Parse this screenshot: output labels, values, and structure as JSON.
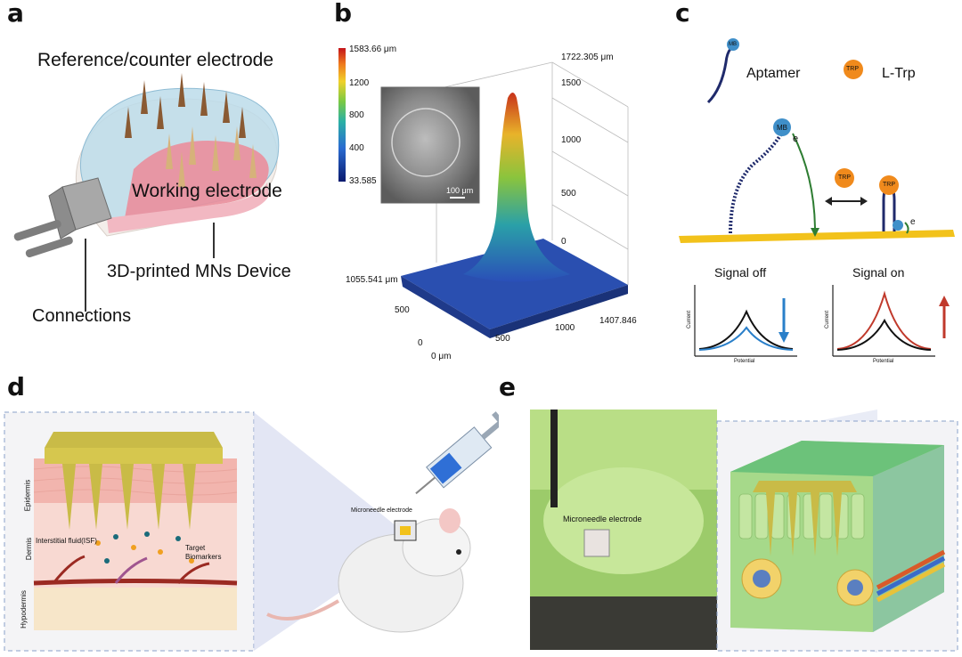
{
  "panels": {
    "a": {
      "letter": "a",
      "reference_label": "Reference/counter electrode",
      "working_label": "Working electrode",
      "device_label": "3D-printed MNs Device",
      "connections_label": "Connections"
    },
    "b": {
      "letter": "b",
      "colorbar_max": "1583.66 μm",
      "colorbar_ticks": [
        "1200",
        "800",
        "400"
      ],
      "colorbar_min": "33.585",
      "z_top": "1722.305 μm",
      "z_ticks": [
        "1500",
        "1000",
        "500",
        "0"
      ],
      "y_label": "1055.541 μm",
      "y_tick": "500",
      "x_ticks": [
        "500",
        "1000"
      ],
      "x_end": "1407.846",
      "origin_0": "0",
      "origin_label": "0 μm",
      "scale_bar": "100 μm"
    },
    "c": {
      "letter": "c",
      "mb": "MB",
      "trp": "TRP",
      "aptamer": "Aptamer",
      "ltrp": "L-Trp",
      "electron": "e",
      "signal_off": "Signal off",
      "signal_on": "Signal on",
      "current": "Current",
      "potential": "Potential"
    },
    "d": {
      "letter": "d",
      "epidermis": "Epidermis",
      "dermis": "Dermis",
      "hypodermis": "Hypodermis",
      "isf": "Interstitial fluid(ISF)",
      "target": "Target",
      "biomarkers": "Biomarkers",
      "microneedle": "Microneedle electrode"
    },
    "e": {
      "letter": "e",
      "microneedle": "Microneedle electrode"
    }
  },
  "colors": {
    "device_blue": "#9cc8de",
    "working_pink": "#e88a98",
    "needle_brown": "#8a5a33",
    "aptamer_navy": "#1f2a6b",
    "mb_blue": "#3f8fc9",
    "trp_orange": "#f08a1c",
    "electrode_yellow": "#f2c21b",
    "signal_blue": "#2a7fc9",
    "signal_red": "#c0392b",
    "skin_pink": "#f5c9c4",
    "leaf_green": "#9ed17a"
  }
}
